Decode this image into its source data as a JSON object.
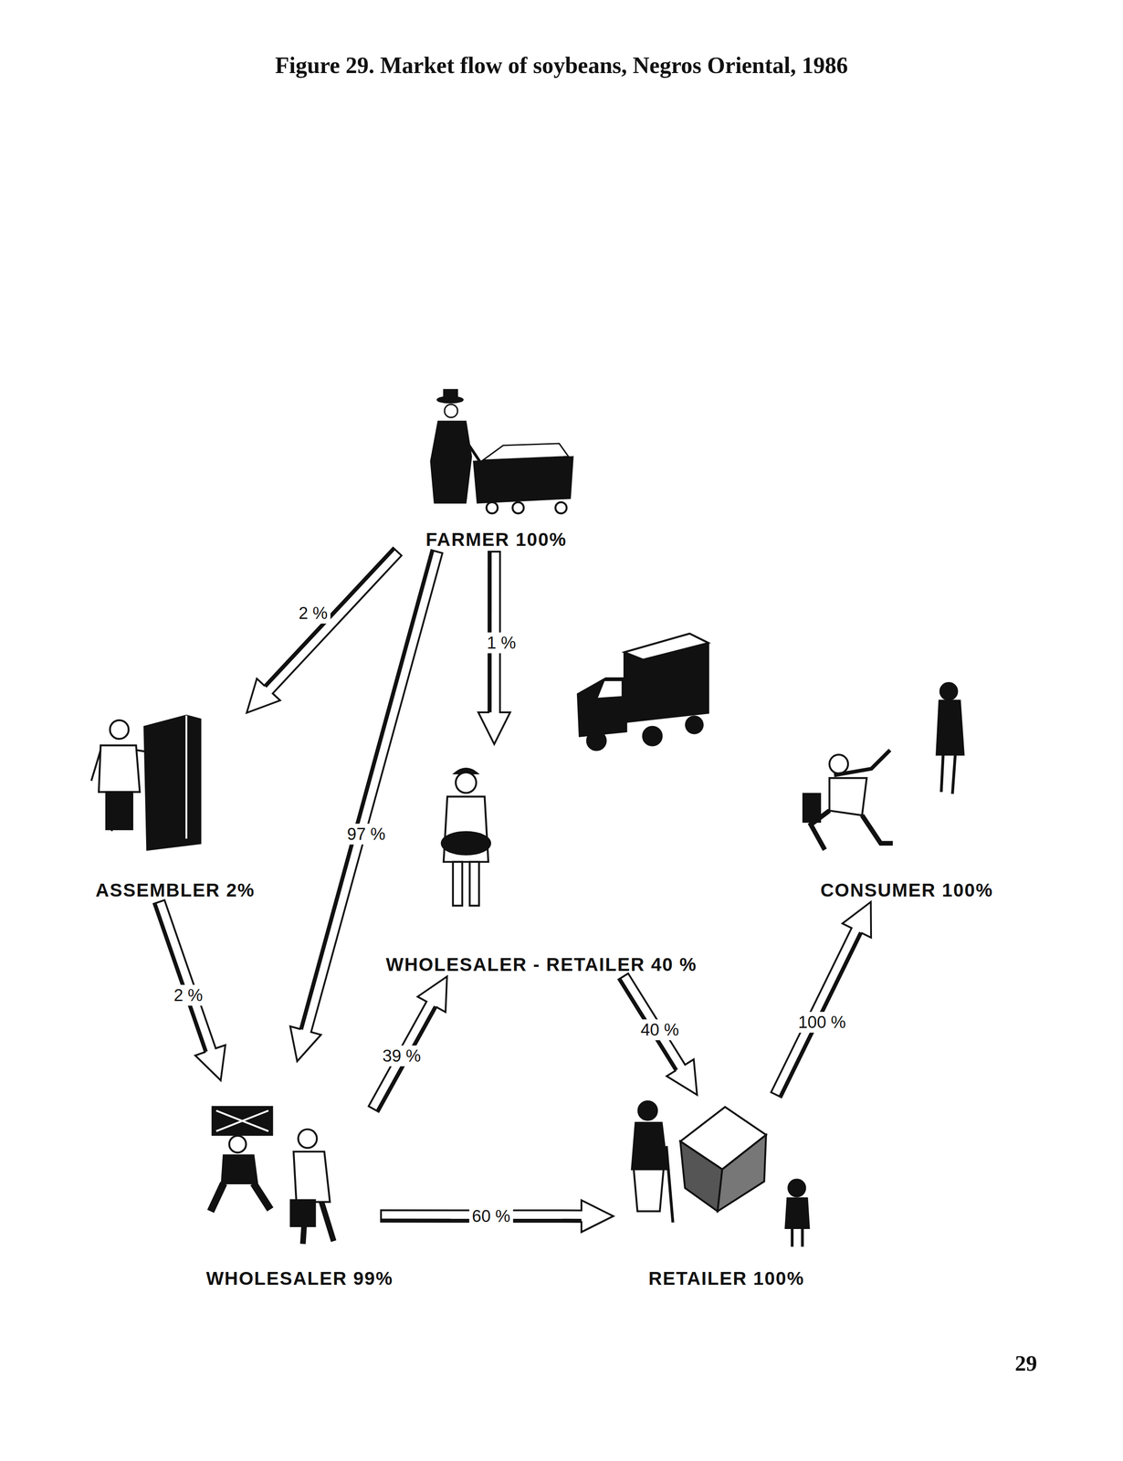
{
  "diagram": {
    "title": "Figure 29. Market flow of soybeans, Negros Oriental, 1986",
    "nodes": [
      {
        "text": [
          "FARMER 100%"
        ]
      },
      {
        "text": [
          "ASSEMBLER 2%"
        ]
      },
      {
        "text": [
          "WHOLESALER - RETAILER 40 %"
        ]
      },
      {
        "text": [
          "CONSUMER 100%"
        ]
      },
      {
        "text": [
          "WHOLESALER 99%"
        ]
      },
      {
        "text": [
          "RETAILER 100%"
        ]
      }
    ],
    "edges": [
      {
        "from": 0,
        "to": 1,
        "label": "2 %",
        "arrow": "to"
      },
      {
        "from": 0,
        "to": 4,
        "label": "97 %",
        "arrow": "to"
      },
      {
        "from": 0,
        "to": 2,
        "label": "1 %",
        "arrow": "to"
      },
      {
        "from": 1,
        "to": 4,
        "label": "2 %",
        "arrow": "to"
      },
      {
        "from": 4,
        "to": 2,
        "label": "39 %",
        "arrow": "to"
      },
      {
        "from": 4,
        "to": 5,
        "label": "60 %",
        "arrow": "to"
      },
      {
        "from": 2,
        "to": 5,
        "label": "40 %",
        "arrow": "to"
      },
      {
        "from": 5,
        "to": 3,
        "label": "100 %",
        "arrow": "to"
      }
    ],
    "labels": [
      "29"
    ]
  }
}
